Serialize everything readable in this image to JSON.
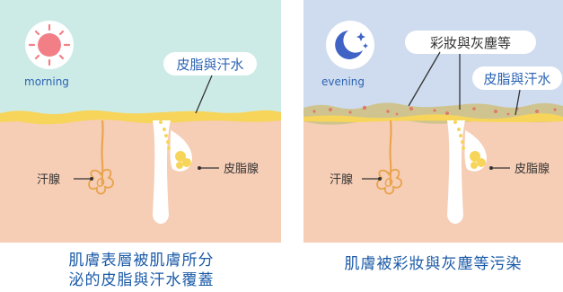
{
  "left": {
    "time_label": "morning",
    "icon": "sun-icon",
    "label_sebum_sweat": "皮脂與汗水",
    "label_sweat_gland": "汗腺",
    "label_sebaceous_gland": "皮脂腺",
    "caption_line1": "肌膚表層被肌膚所分",
    "caption_line2": "泌的皮脂與汗水覆蓋"
  },
  "right": {
    "time_label": "evening",
    "icon": "moon-stars-icon",
    "label_makeup_dust": "彩妝與灰塵等",
    "label_sebum_sweat": "皮脂與汗水",
    "label_sweat_gland": "汗腺",
    "label_sebaceous_gland": "皮脂腺",
    "caption": "肌膚被彩妝與灰塵等污染"
  },
  "colors": {
    "morning_sky": "#cdebe6",
    "evening_sky": "#cfdcef",
    "skin": "#f6cdb5",
    "sebum_layer": "#f7d55a",
    "evening_layer": "#cfc48f",
    "sun": "#f27f86",
    "moon": "#3f62c4",
    "caption_text": "#1a5aa8",
    "label_blue": "#2b63b3"
  }
}
